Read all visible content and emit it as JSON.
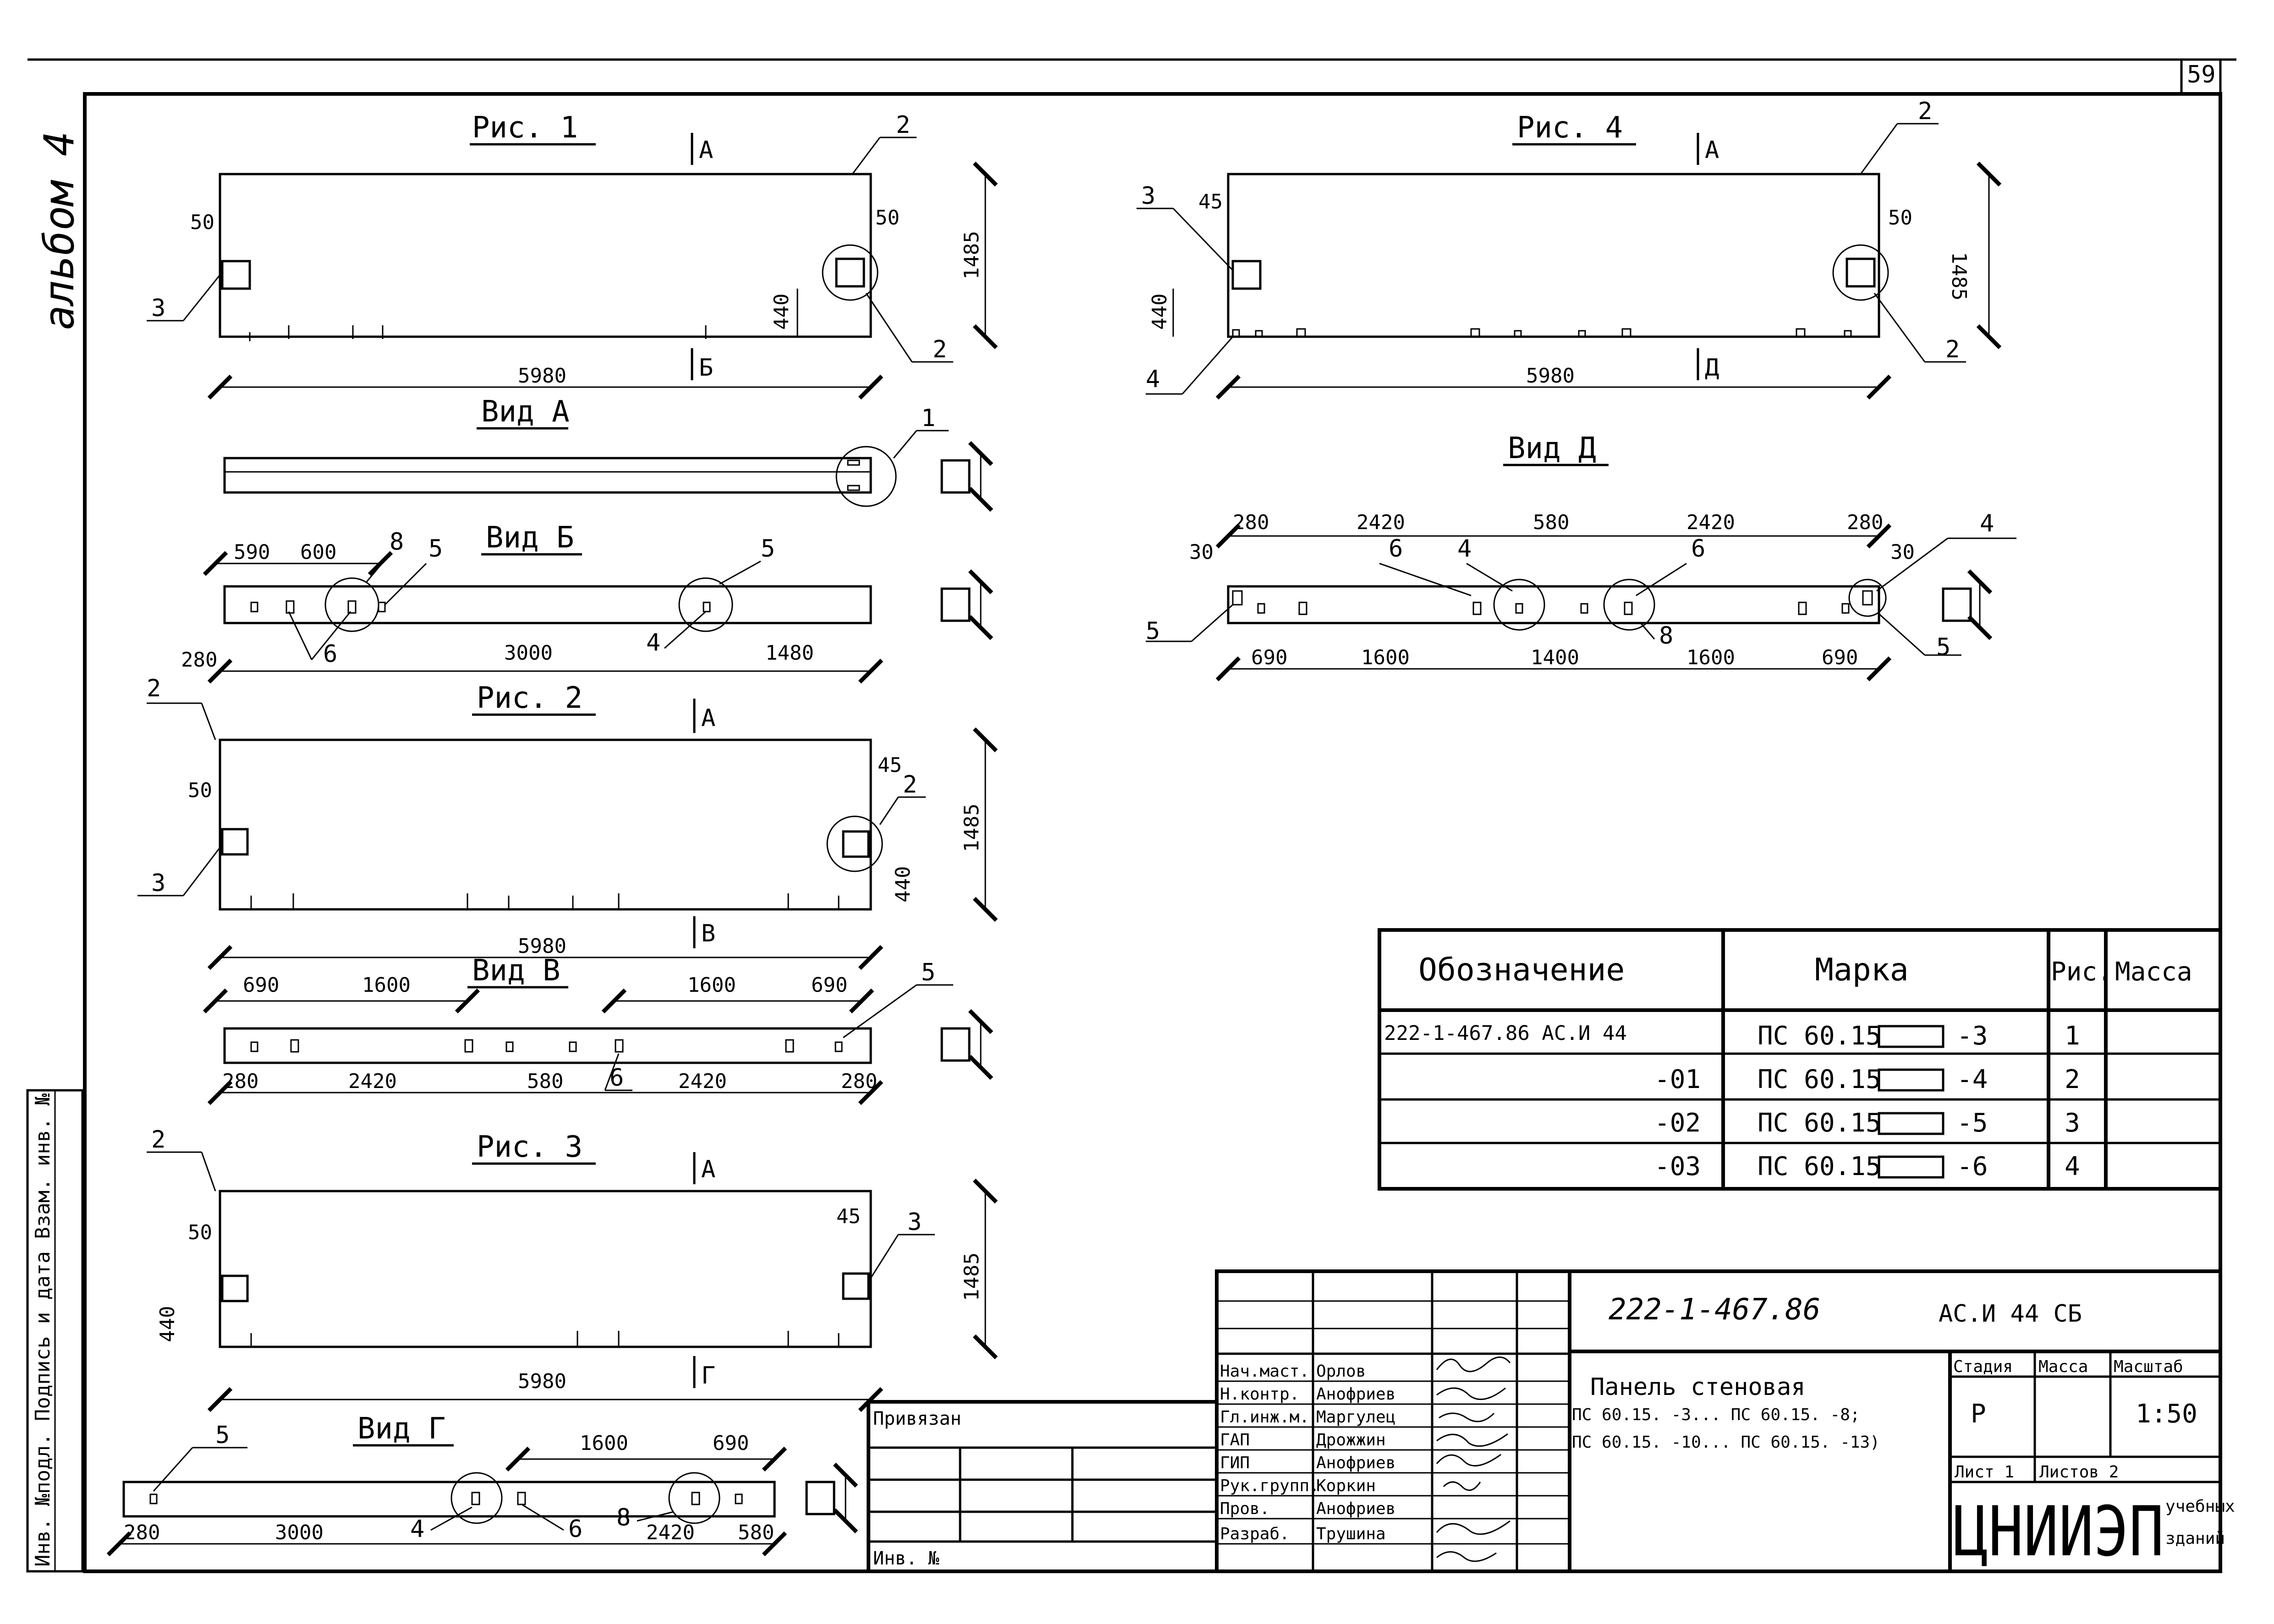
{
  "sheet_number": "59",
  "album_label": "альбом 4",
  "left_margin_label": "Инв. №подл. Подпись и дата Взам. инв. №",
  "figures": {
    "fig1": {
      "title": "Рис. 1",
      "length": "5980",
      "height": "1485",
      "dim_50_left": "50",
      "dim_50_right": "50",
      "dim_440": "440",
      "arrow_top": "А",
      "arrow_bottom": "Б",
      "callouts": [
        "2",
        "3",
        "2"
      ]
    },
    "fig2": {
      "title": "Рис. 2",
      "length": "5980",
      "height": "1485",
      "dim_50": "50",
      "dim_45": "45",
      "dim_440": "440",
      "arrow_top": "А",
      "arrow_bottom": "В",
      "callouts": [
        "2",
        "3",
        "2"
      ]
    },
    "fig3": {
      "title": "Рис. 3",
      "length": "5980",
      "height": "1485",
      "dim_50": "50",
      "dim_45": "45",
      "dim_440": "440",
      "arrow_top": "А",
      "arrow_bottom": "Г",
      "callouts": [
        "2",
        "3"
      ]
    },
    "fig4": {
      "title": "Рис. 4",
      "length": "5980",
      "height": "1485",
      "dim_45": "45",
      "dim_50": "50",
      "dim_440": "440",
      "arrow_top": "А",
      "arrow_bottom": "Д",
      "callouts": [
        "2",
        "3",
        "4",
        "2"
      ]
    }
  },
  "views": {
    "vid_a": {
      "title": "Вид А",
      "callout": "1"
    },
    "vid_b": {
      "title": "Вид Б",
      "top_dims": [
        "590",
        "600"
      ],
      "bottom_dims": [
        "280",
        "3000",
        "1480"
      ],
      "callouts": [
        "8",
        "5",
        "5",
        "6",
        "4"
      ]
    },
    "vid_v": {
      "title": "Вид В",
      "top_dims": [
        "690",
        "1600",
        "1600",
        "690"
      ],
      "bottom_dims": [
        "280",
        "2420",
        "580",
        "2420",
        "280"
      ],
      "callouts": [
        "5",
        "6"
      ]
    },
    "vid_g": {
      "title": "Вид Г",
      "top_dims": [
        "1600",
        "690"
      ],
      "bottom_dims": [
        "280",
        "3000",
        "2420",
        "580"
      ],
      "callouts": [
        "5",
        "4",
        "6",
        "8"
      ]
    },
    "vid_d": {
      "title": "Вид Д",
      "top_dims": [
        "280",
        "2420",
        "580",
        "2420",
        "280"
      ],
      "side_dims": [
        "30",
        "30"
      ],
      "bottom_dims": [
        "690",
        "1600",
        "1400",
        "1600",
        "690"
      ],
      "callouts": [
        "6",
        "4",
        "6",
        "4",
        "5",
        "8",
        "5"
      ]
    }
  },
  "spec_table": {
    "headers": [
      "Обозначение",
      "Марка",
      "Рис.",
      "Масса"
    ],
    "rows": [
      {
        "designation": "222-1-467.86 АС.И 44",
        "mark_prefix": "ПС 60.15",
        "mark_suffix": "-3",
        "fig": "1",
        "mass": ""
      },
      {
        "designation": "-01",
        "mark_prefix": "ПС 60.15",
        "mark_suffix": "-4",
        "fig": "2",
        "mass": ""
      },
      {
        "designation": "-02",
        "mark_prefix": "ПС 60.15",
        "mark_suffix": "-5",
        "fig": "3",
        "mass": ""
      },
      {
        "designation": "-03",
        "mark_prefix": "ПС 60.15",
        "mark_suffix": "-6",
        "fig": "4",
        "mass": ""
      }
    ]
  },
  "title_block": {
    "code": "222-1-467.86",
    "doc": "АС.И 44 СБ",
    "name_line1": "Панель      стеновая",
    "name_line2": "ПС 60.15.      -3... ПС 60.15.      -8;",
    "name_line3": "ПС 60.15.      -10... ПС 60.15.      -13)",
    "stage_label": "Стадия",
    "mass_label": "Масса",
    "scale_label": "Масштаб",
    "stage": "Р",
    "scale": "1:50",
    "sheet_label": "Лист 1",
    "sheets_label": "Листов 2",
    "org": "ЦНИИЭП",
    "org_sub1": "учебных",
    "org_sub2": "зданий",
    "privyazan": "Привязан",
    "inv_label": "Инв. №",
    "people": [
      {
        "role": "Нач.маст.",
        "name": "Орлов"
      },
      {
        "role": "Н.контр.",
        "name": "Анофриев"
      },
      {
        "role": "Гл.инж.м.",
        "name": "Маргулец"
      },
      {
        "role": "ГАП",
        "name": "Дрожжин"
      },
      {
        "role": "ГИП",
        "name": "Анофриев"
      },
      {
        "role": "Рук.групп.",
        "name": "Коркин"
      },
      {
        "role": "Пров.",
        "name": "Анофриев"
      },
      {
        "role": "Разраб.",
        "name": "Трушина"
      }
    ]
  }
}
